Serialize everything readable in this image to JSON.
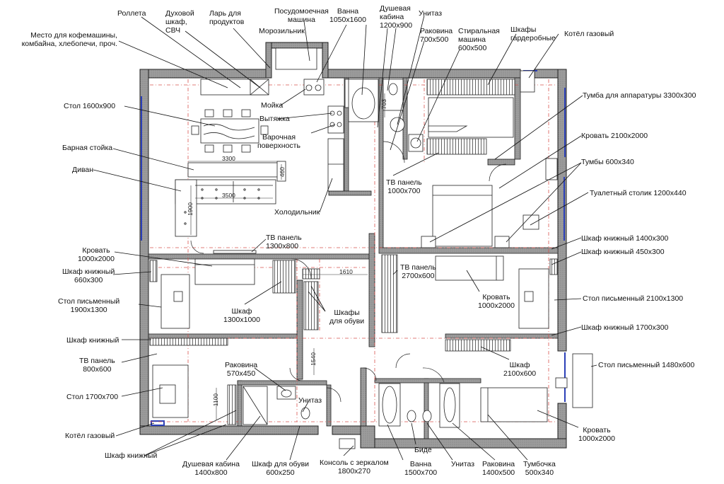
{
  "labels": {
    "roller_blind": "Роллета",
    "oven": "Духовой\nшкаф,\nСВЧ",
    "pantry": "Ларь для\nпродуктов",
    "dishwasher": "Посудомоечная\nмашина",
    "bath_top": "Ванна\n1050x1600",
    "shower_top": "Душевая\nкабина\n1200x900",
    "toilet_top": "Унитаз",
    "freezer": "Морозильник",
    "coffee_place": "Место для кофемашины,\nкомбайна, хлебопечи, проч.",
    "sink_top": "Раковина\n700x500",
    "washer": "Стиральная\nмашина\n600x500",
    "wardrobes": "Шкафы\nгардеробные",
    "boiler_top": "Котёл газовый",
    "table_1600": "Стол 1600x900",
    "sink_kitchen": "Мойка",
    "hood": "Вытяжка",
    "cooktop": "Варочная\nповерхность",
    "av_cabinet": "Тумба для аппаратуры 3300x300",
    "bed_2100": "Кровать 2100x2000",
    "bar_counter": "Барная стойка",
    "nightstands_600": "Тумбы 600x340",
    "sofa": "Диван",
    "tv_panel_1000": "ТВ панель\n1000x700",
    "fridge": "Холодильник",
    "dressing_table": "Туалетный столик 1200x440",
    "tv_panel_1300": "ТВ панель\n1300x800",
    "bookcase_1400": "Шкаф книжный 1400x300",
    "bookcase_450": "Шкаф книжный 450x300",
    "bed_left": "Кровать\n1000x2000",
    "tv_panel_2700": "ТВ панель\n2700x600",
    "bookcase_660": "Шкаф книжный\n660x300",
    "desk_1900": "Стол письменный\n1900x1300",
    "wardrobe_1300": "Шкаф\n1300x1000",
    "shoe_cabinets": "Шкафы\nдля обуви",
    "bed_mid": "Кровать\n1000x2000",
    "desk_2100": "Стол письменный 2100x1300",
    "bookcase_left": "Шкаф книжный",
    "bookcase_1700": "Шкаф книжный 1700x300",
    "tv_panel_800": "ТВ панель\n800x600",
    "sink_570": "Раковина\n570x450",
    "wardrobe_2100": "Шкаф\n2100x600",
    "desk_1480": "Стол письменный 1480x600",
    "table_1700": "Стол 1700x700",
    "toilet_mid": "Унитаз",
    "boiler_bottom": "Котёл газовый",
    "bookcase_bottom": "Шкаф книжный",
    "bed_bottom": "Кровать\n1000x2000",
    "shower_1400": "Душевая кабина\n1400x800",
    "shoe_cabinet_600": "Шкаф для обуви\n600x250",
    "console_mirror": "Консоль с зеркалом\n1800x270",
    "bath_1500": "Ванна\n1500x700",
    "bidet": "Биде",
    "toilet_bottom": "Унитаз",
    "sink_1400": "Раковина\n1400x500",
    "nightstand_500": "Тумбочка\n500x340"
  },
  "dimensions": {
    "d3300": "3300",
    "d3500": "3500",
    "d1900": "1900",
    "d460": "460",
    "d703": "703",
    "d1610": "1610",
    "d1540": "1540",
    "d1100": "1100"
  },
  "colors": {
    "wall_fill": "#9a9a9a",
    "wall_stroke": "#222222",
    "dash_red": "#d9534f",
    "window_blue": "#2b3fb8",
    "leader": "#111111"
  }
}
